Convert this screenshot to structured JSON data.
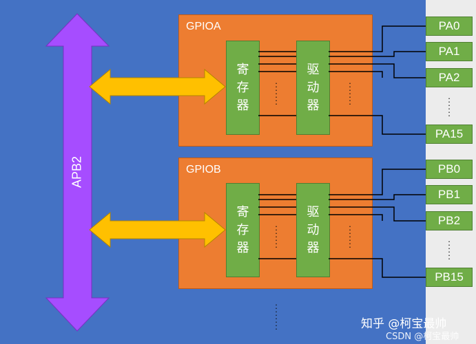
{
  "bus_label": "APB2",
  "gpio_blocks": [
    {
      "title": "GPIOA",
      "register_label": "寄\n存\n器",
      "driver_label": "驱\n动\n器",
      "pins": [
        "PA0",
        "PA1",
        "PA2",
        "PA15"
      ]
    },
    {
      "title": "GPIOB",
      "register_label": "寄\n存\n器",
      "driver_label": "驱\n动\n器",
      "pins": [
        "PB0",
        "PB1",
        "PB2",
        "PB15"
      ]
    }
  ],
  "watermark": {
    "line1": "知乎 @柯宝最帅",
    "line2": "CSDN @柯宝最帅"
  },
  "colors": {
    "background": "#4472c4",
    "bus": "#a64dff",
    "arrow": "#ffc000",
    "gpio_block": "#ed7d31",
    "unit": "#70ad47"
  }
}
